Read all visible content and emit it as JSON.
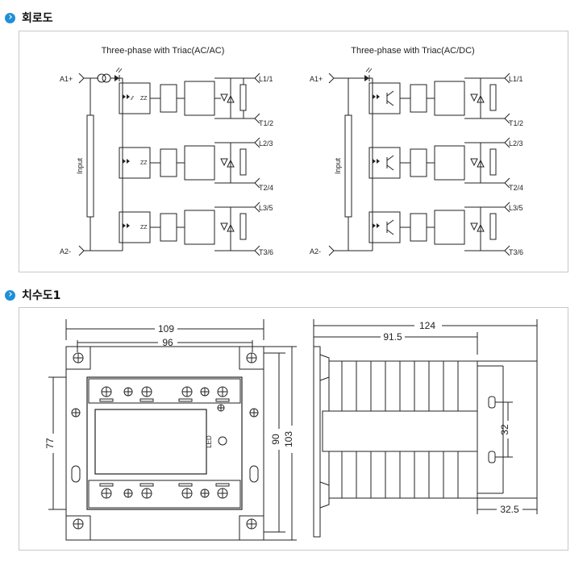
{
  "sections": {
    "circuit": {
      "title": "회로도"
    },
    "dimensions": {
      "title": "치수도1"
    }
  },
  "circuit_diagrams": [
    {
      "title": "Three-phase with Triac(AC/AC)"
    },
    {
      "title": "Three-phase with Triac(AC/DC)"
    }
  ],
  "terminals": {
    "a1": "A1+",
    "a2": "A2-",
    "input": "Input",
    "l1": "L1/1",
    "t1": "T1/2",
    "l2": "L2/3",
    "t2": "T2/4",
    "l3": "L3/5",
    "t3": "T3/6"
  },
  "dimensions": {
    "front": {
      "width_outer": "109",
      "width_inner": "96",
      "height_left": "77",
      "height_inner": "90",
      "height_outer": "103",
      "led": "LED"
    },
    "side": {
      "depth_total": "124",
      "depth_body": "91.5",
      "mount": "32",
      "bottom": "32.5"
    }
  }
}
